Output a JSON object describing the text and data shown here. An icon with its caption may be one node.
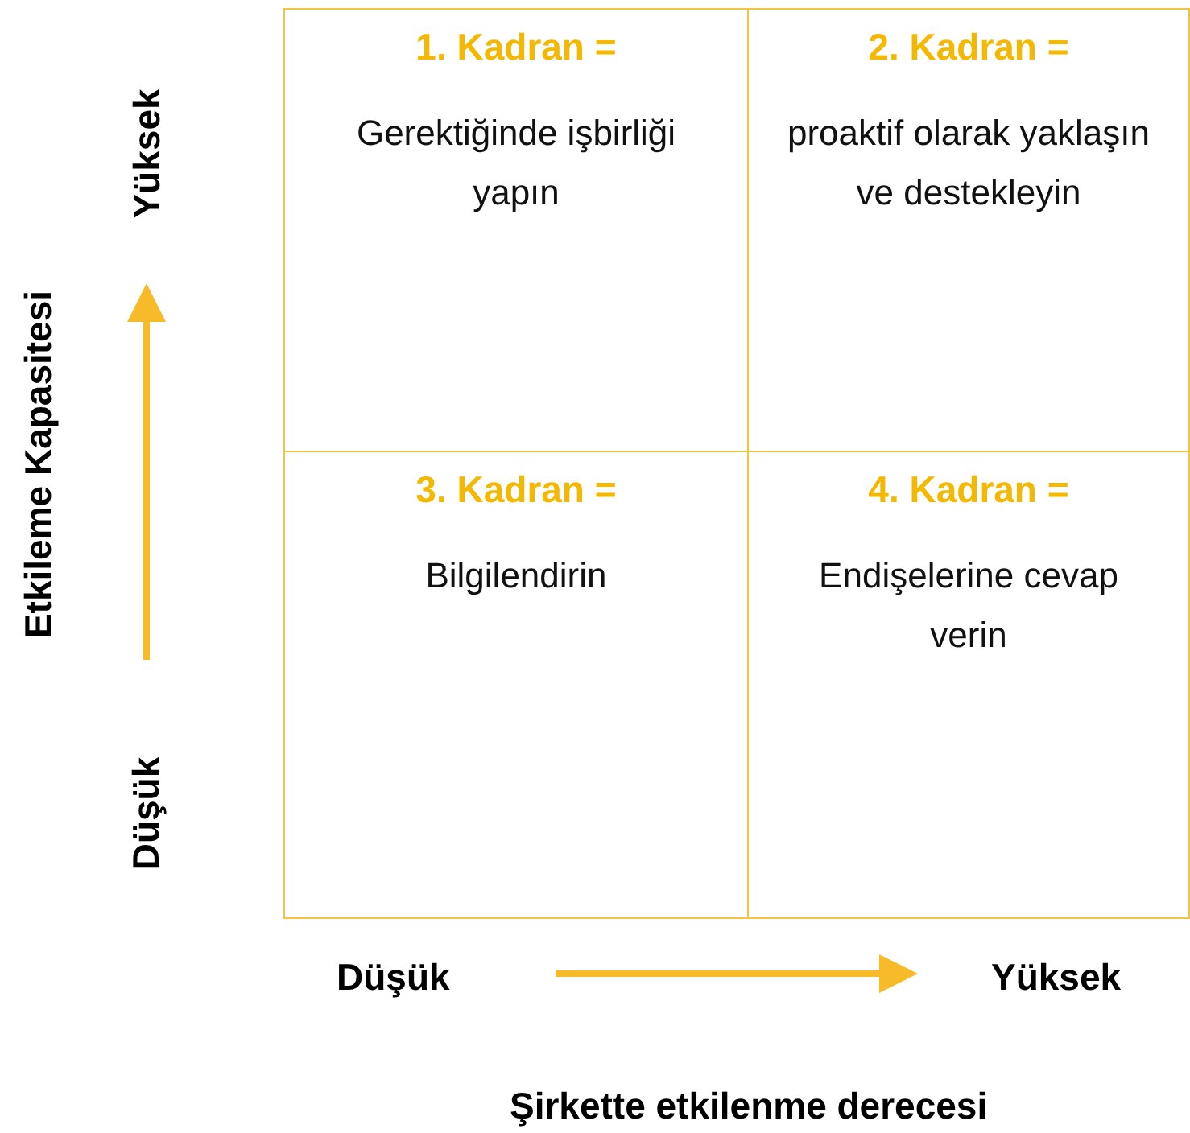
{
  "diagram": {
    "nodes": [
      {
        "text": [
          "1. Kadran =",
          "Gerektiğinde işbirliği yapın"
        ]
      },
      {
        "text": [
          "2. Kadran =",
          "proaktif olarak yaklaşın ve destekleyin"
        ]
      },
      {
        "text": [
          "3. Kadran =",
          "Bilgilendirin"
        ]
      },
      {
        "text": [
          "4. Kadran =",
          "Endişelerine cevap verin"
        ]
      }
    ],
    "labels": [
      "Yüksek",
      "Düşük",
      "Etkileme Kapasitesi",
      "Düşük",
      "Yüksek",
      "Şirkette etkilenme derecesi"
    ]
  }
}
